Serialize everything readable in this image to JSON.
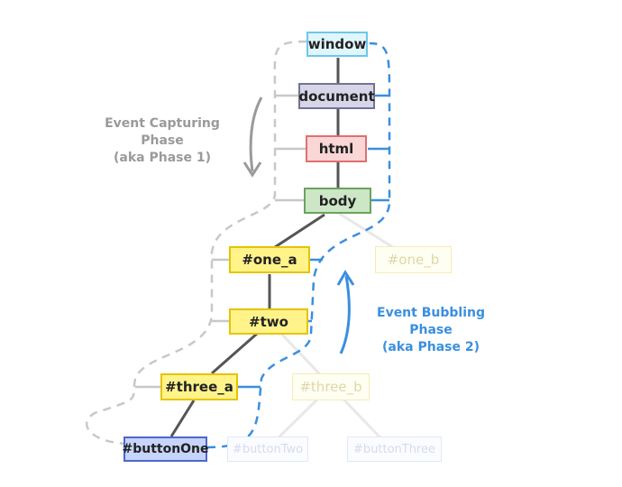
{
  "nodes": {
    "window": "window",
    "document": "document",
    "html": "html",
    "body": "body",
    "one_a": "#one_a",
    "one_b": "#one_b",
    "two": "#two",
    "three_a": "#three_a",
    "three_b": "#three_b",
    "buttonOne": "#buttonOne",
    "buttonTwo": "#buttonTwo",
    "buttonThree": "#buttonThree"
  },
  "capturing": {
    "line1": "Event Capturing Phase",
    "line2": "(aka Phase 1)"
  },
  "bubbling": {
    "line1": "Event Bubbling Phase",
    "line2": "(aka Phase 2)"
  },
  "colors": {
    "window": "#e0f6fd",
    "window_border": "#6cc8ea",
    "document": "#d6d6e8",
    "document_border": "#737393",
    "html": "#fbd6d6",
    "html_border": "#e07070",
    "body": "#cce6c6",
    "body_border": "#6aa35f",
    "highlight": "#fff38a",
    "highlight_border": "#e6c400",
    "button": "#c7d4fb",
    "button_border": "#4d68c9",
    "capture_path": "#c8c8c8",
    "bubble_path": "#3a8fdf",
    "tree_line": "#555555",
    "faded_line": "#e8e8e8"
  }
}
